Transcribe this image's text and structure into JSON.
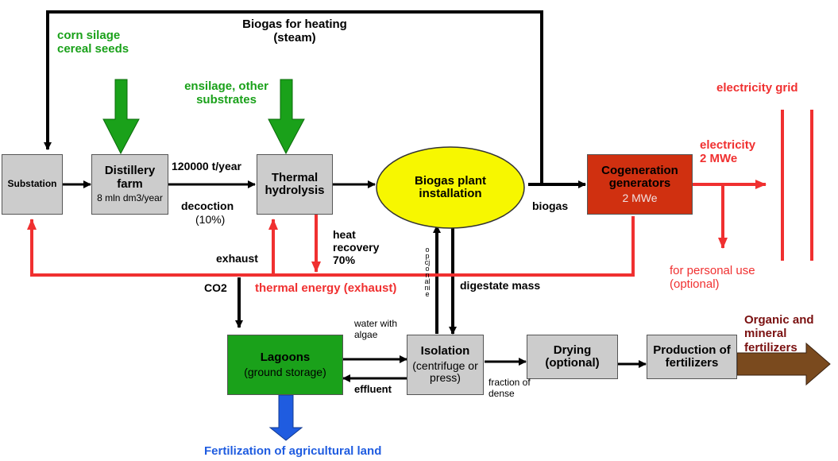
{
  "colors": {
    "black": "#000000",
    "red": "#f03030",
    "green": "#1aa11a",
    "blue": "#1f5ce0",
    "brown": "#7a4a1e",
    "box_gray": "#cccccc",
    "lagoon_green": "#1aa11a",
    "cogen_red": "#d03010",
    "biogas_yellow": "#f7f700"
  },
  "nodes": {
    "substation": {
      "label": "Substation"
    },
    "distillery": {
      "label": "Distillery farm",
      "sub": "8 mln dm3/year"
    },
    "thermal": {
      "label": "Thermal hydrolysis"
    },
    "biogas_plant": {
      "label": "Biogas plant installation"
    },
    "cogeneration": {
      "label": "Cogeneration generators",
      "sub": "2 MWe"
    },
    "lagoons": {
      "label": "Lagoons",
      "sub": "(ground storage)"
    },
    "isolation": {
      "label": "Isolation",
      "sub": "(centrifuge or press)"
    },
    "drying": {
      "label": "Drying (optional)"
    },
    "production": {
      "label": "Production of fertilizers"
    }
  },
  "labels": {
    "biogas_heating": "Biogas for heating (steam)",
    "corn_silage": "corn silage cereal seeds",
    "ensilage": "ensilage, other substrates",
    "tonnage": "120000 t/year",
    "decoction": "decoction",
    "decoction_pct": "(10%)",
    "heat_recovery": "heat recovery 70%",
    "exhaust": "exhaust",
    "co2": "CO2",
    "thermal_energy": "thermal energy (exhaust)",
    "digestate": "digestate mass",
    "optional_line": "opcjonalnie",
    "biogas": "biogas",
    "electricity_grid": "electricity grid",
    "electricity": "electricity 2  MWe",
    "personal_use": "for personal use (optional)",
    "water_algae": "water with algae",
    "effluent": "effluent",
    "fraction_dense": "fraction of dense",
    "fertilizers": "Organic and mineral fertilizers",
    "fertilization": "Fertilization of agricultural land"
  }
}
